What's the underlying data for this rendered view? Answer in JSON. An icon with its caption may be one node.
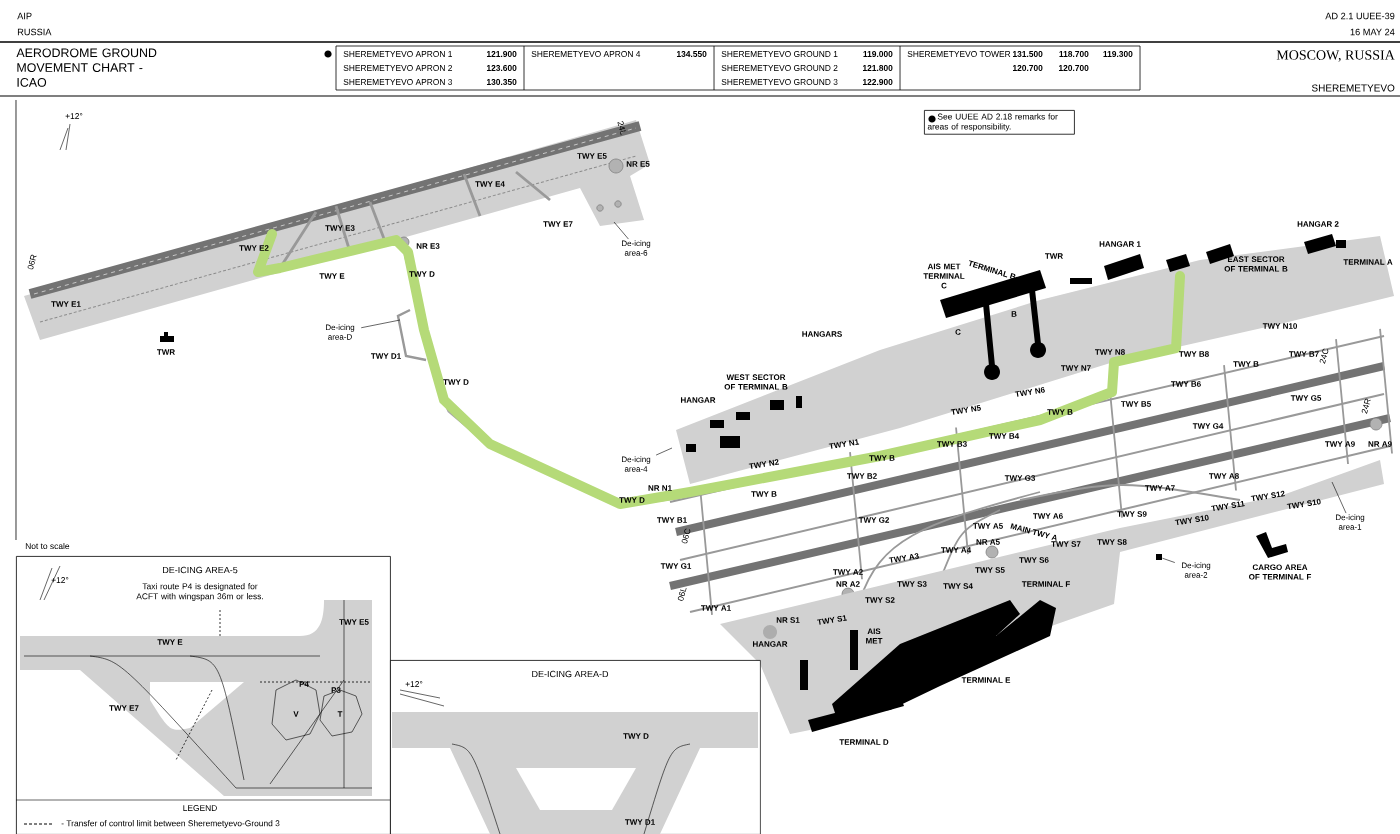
{
  "diagram": {
    "title": "AERODROME GROUND MOVEMENT CHART - ICAO",
    "nodes": [
      {
        "text": [
          "See UUEE AD 2.18 remarks for areas of responsibility."
        ]
      },
      {
        "text": [
          "DE-ICING AREA-5",
          "Taxi route P4 is designated for ACFT with wingspan 36m or less."
        ]
      },
      {
        "text": [
          "DE-ICING AREA-D"
        ]
      },
      {
        "text": [
          "De-icing area-6"
        ]
      },
      {
        "text": [
          "De-icing area-D"
        ]
      },
      {
        "text": [
          "De-icing area-4"
        ]
      },
      {
        "text": [
          "De-icing area-2"
        ]
      },
      {
        "text": [
          "De-icing area-1"
        ]
      },
      {
        "text": [],
        "shape": "box"
      }
    ],
    "edges": [
      {
        "from": 3,
        "to": null,
        "arrow": "none"
      },
      {
        "from": 4,
        "to": null,
        "arrow": "none"
      },
      {
        "from": 5,
        "to": null,
        "arrow": "none"
      },
      {
        "from": 6,
        "to": 8,
        "arrow": "none"
      },
      {
        "from": 7,
        "to": null,
        "arrow": "none"
      }
    ],
    "labels": [
      "AIP",
      "RUSSIA",
      "AD 2.1 UUEE-39",
      "16 MAY 24",
      "MOSCOW, RUSSIA",
      "SHEREMETYEVO",
      "SHEREMETYEVO APRON 1",
      "121.900",
      "SHEREMETYEVO APRON 2",
      "123.600",
      "SHEREMETYEVO APRON 3",
      "130.350",
      "SHEREMETYEVO APRON 4",
      "134.550",
      "SHEREMETYEVO GROUND 1",
      "119.000",
      "SHEREMETYEVO GROUND 2",
      "121.800",
      "SHEREMETYEVO GROUND 3",
      "122.900",
      "SHEREMETYEVO TOWER",
      "131.500",
      "118.700",
      "119.300",
      "120.700",
      "120.700",
      "+12°",
      "Not to scale",
      "06R",
      "24L",
      "TWY E5",
      "NR E5",
      "TWY E4",
      "TWY E7",
      "TWY E3",
      "TWY E2",
      "NR E3",
      "TWY E",
      "TWY D",
      "TWY E1",
      "TWR",
      "TWY D1",
      "TWY D",
      "HANGAR",
      "NR N1",
      "TWY D",
      "TWY B1",
      "06C",
      "06L",
      "TWY G1",
      "TWY A1",
      "AIS MET TERMINAL C",
      "TWR",
      "TERMINAL B",
      "HANGAR 1",
      "EAST SECTOR OF TERMINAL B",
      "HANGAR 2",
      "TERMINAL A",
      "B",
      "HANGARS",
      "C",
      "WEST SECTOR OF TERMINAL B",
      "TWY N7",
      "TWY N8",
      "TWY N6",
      "TWY N5",
      "TWY N1",
      "TWY N2",
      "TWY N10",
      "TWY B8",
      "TWY B7",
      "TWY B",
      "TWY B6",
      "TWY B5",
      "TWY G5",
      "TWY G4",
      "TWY B4",
      "TWY B3",
      "TWY B",
      "TWY B",
      "TWY B2",
      "TWY G3",
      "TWY A9",
      "NR A9",
      "TWY A8",
      "TWY A7",
      "TWY B",
      "24C",
      "24R",
      "TWY G2",
      "TWY A6",
      "MAIN TWY A",
      "TWY A5",
      "NR A5",
      "TWY A4",
      "TWY A3",
      "TWY A2",
      "NR A2",
      "TWY S1",
      "NR S1",
      "TWY S2",
      "TWY S3",
      "TWY S4",
      "TWY S5",
      "TWY S6",
      "TWY S7",
      "TWY S8",
      "TWY S9",
      "TWY S10",
      "TWY S11",
      "TWY S12",
      "TWY S10",
      "HANGAR",
      "TERMINAL F",
      "AIS MET",
      "TERMINAL E",
      "TERMINAL D",
      "CARGO AREA OF TERMINAL F",
      "+12°",
      "TWY E",
      "TWY E5",
      "TWY E7",
      "P4",
      "P3",
      "V",
      "T",
      "LEGEND",
      "+12°",
      "TWY D",
      "TWY D1"
    ],
    "legend": [
      {
        "text": "- Transfer of control limit between Sheremetyevo-Ground 3"
      }
    ]
  }
}
